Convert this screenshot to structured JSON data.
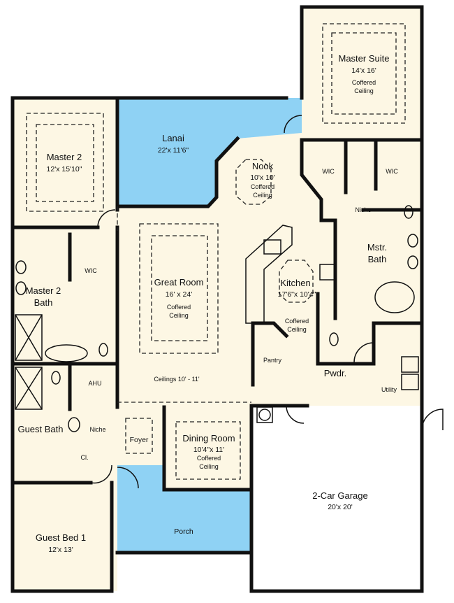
{
  "colors": {
    "floor": "#fdf7e4",
    "outdoor": "#8fd2f4",
    "garage": "#ffffff",
    "wall": "#111111"
  },
  "rooms": {
    "master_suite": {
      "name": "Master Suite",
      "size": "14'x 16'",
      "ceiling1": "Coffered",
      "ceiling2": "Ceiling"
    },
    "master2": {
      "name": "Master 2",
      "size": "12'x 15'10\""
    },
    "lanai": {
      "name": "Lanai",
      "size": "22'x 11'6\""
    },
    "nook": {
      "name": "Nook",
      "size": "10'x 10'",
      "ceiling1": "Coffered",
      "ceiling2": "Ceiling"
    },
    "wic_left": {
      "name": "WIC"
    },
    "wic_right": {
      "name": "WIC"
    },
    "niche_master": {
      "name": "Niche"
    },
    "mstr_bath": {
      "name1": "Mstr.",
      "name2": "Bath"
    },
    "great_room": {
      "name": "Great Room",
      "size": "16' x 24'",
      "ceiling1": "Coffered",
      "ceiling2": "Ceiling"
    },
    "kitchen": {
      "name": "Kitchen",
      "size": "17'6\"x 10'4\"",
      "ceiling1": "Coffered",
      "ceiling2": "Ceiling"
    },
    "pantry": {
      "name": "Pantry"
    },
    "pwdr": {
      "name": "Pwdr."
    },
    "utility": {
      "name": "Utility"
    },
    "master2_bath": {
      "name1": "Master 2",
      "name2": "Bath"
    },
    "wic_m2": {
      "name": "WIC"
    },
    "ceilings_note": "Ceilings 10' - 11'",
    "ahu": {
      "name": "AHU"
    },
    "guest_bath": {
      "name": "Guest Bath"
    },
    "niche_guest": {
      "name": "Niche"
    },
    "closet": {
      "name": "Cl."
    },
    "foyer": {
      "name": "Foyer"
    },
    "dining": {
      "name": "Dining Room",
      "size": "10'4\"x 11'",
      "ceiling1": "Coffered",
      "ceiling2": "Ceiling"
    },
    "garage": {
      "name": "2-Car Garage",
      "size": "20'x 20'"
    },
    "porch": {
      "name": "Porch"
    },
    "guest_bed": {
      "name": "Guest Bed 1",
      "size": "12'x 13'"
    }
  }
}
